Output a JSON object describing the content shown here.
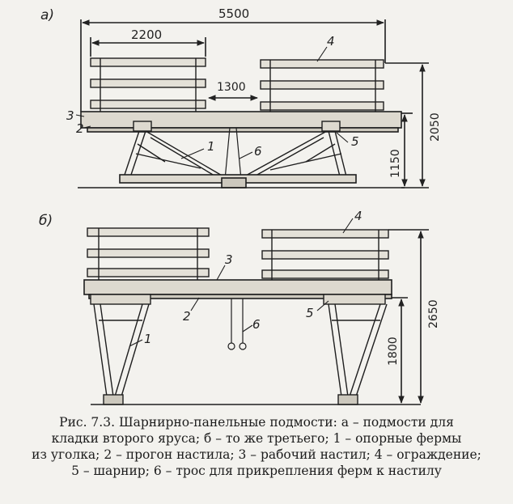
{
  "diagram": {
    "panel_a": {
      "label": "а)",
      "dims": {
        "total_length": "5500",
        "section_length": "2200",
        "gap": "1300",
        "height_total": "2050",
        "height_support": "1150"
      },
      "callouts": {
        "c1": "1",
        "c2": "2",
        "c3": "3",
        "c4": "4",
        "c5": "5",
        "c6": "6"
      }
    },
    "panel_b": {
      "label": "б)",
      "dims": {
        "height_total": "2650",
        "height_support": "1800"
      },
      "callouts": {
        "c1": "1",
        "c2": "2",
        "c3": "3",
        "c4": "4",
        "c5": "5",
        "c6": "6"
      }
    }
  },
  "caption": {
    "line1": "Рис. 7.3. Шарнирно-панельные подмости: а – подмости для",
    "line2": "кладки второго яруса; б – то же третьего; 1 – опорные фермы",
    "line3": "из уголка; 2 – прогон настила; 3 – рабочий настил; 4 – ограждение;",
    "line4": "5 – шарнир; 6 – трос для прикрепления ферм к настилу"
  }
}
